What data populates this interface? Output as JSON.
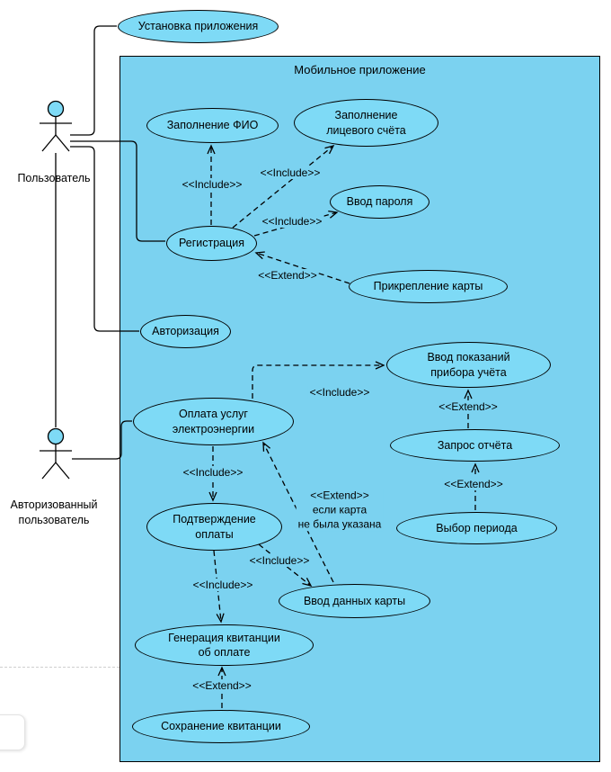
{
  "diagram": {
    "system_title": "Мобильное приложение",
    "actors": [
      {
        "label": "Пользователь"
      },
      {
        "label": "Авторизованный пользователь"
      }
    ],
    "use_cases": [
      {
        "label": "Установка приложения"
      },
      {
        "label": "Заполнение ФИО"
      },
      {
        "label": "Заполнение\nлицевого счёта"
      },
      {
        "label": "Ввод пароля"
      },
      {
        "label": "Регистрация"
      },
      {
        "label": "Прикрепление карты"
      },
      {
        "label": "Авторизация"
      },
      {
        "label": "Ввод показаний\nприбора учёта"
      },
      {
        "label": "Оплата услуг\nэлектроэнергии"
      },
      {
        "label": "Запрос отчёта"
      },
      {
        "label": "Выбор периода"
      },
      {
        "label": "Подтверждение\nоплаты"
      },
      {
        "label": "Ввод данных карты"
      },
      {
        "label": "Генерация квитанции\nоб оплате"
      },
      {
        "label": "Сохранение квитанции"
      }
    ],
    "stereotypes": {
      "include": "<<Include>>",
      "extend": "<<Extend>>",
      "extend_condition": "<<Extend>>\nесли карта\nне была указана"
    },
    "relations": [
      {
        "type": "association",
        "from": "Пользователь",
        "to": "Установка приложения"
      },
      {
        "type": "association",
        "from": "Пользователь",
        "to": "Регистрация"
      },
      {
        "type": "association",
        "from": "Пользователь",
        "to": "Авторизация"
      },
      {
        "type": "generalization",
        "from": "Пользователь",
        "to": "Авторизованный пользователь"
      },
      {
        "type": "association",
        "from": "Авторизованный пользователь",
        "to": "Оплата услуг электроэнергии"
      },
      {
        "type": "include",
        "from": "Регистрация",
        "to": "Заполнение ФИО"
      },
      {
        "type": "include",
        "from": "Регистрация",
        "to": "Заполнение лицевого счёта"
      },
      {
        "type": "include",
        "from": "Регистрация",
        "to": "Ввод пароля"
      },
      {
        "type": "extend",
        "from": "Прикрепление карты",
        "to": "Регистрация"
      },
      {
        "type": "include",
        "from": "Оплата услуг электроэнергии",
        "to": "Ввод показаний прибора учёта"
      },
      {
        "type": "extend",
        "from": "Запрос отчёта",
        "to": "Ввод показаний прибора учёта"
      },
      {
        "type": "extend",
        "from": "Выбор периода",
        "to": "Запрос отчёта"
      },
      {
        "type": "include",
        "from": "Оплата услуг электроэнергии",
        "to": "Подтверждение оплаты"
      },
      {
        "type": "extend",
        "from": "Ввод данных карты",
        "to": "Оплата услуг электроэнергии",
        "condition": "если карта не была указана"
      },
      {
        "type": "include",
        "from": "Подтверждение оплаты",
        "to": "Ввод данных карты"
      },
      {
        "type": "include",
        "from": "Подтверждение оплаты",
        "to": "Генерация квитанции об оплате"
      },
      {
        "type": "extend",
        "from": "Сохранение квитанции",
        "to": "Генерация квитанции об оплате"
      }
    ],
    "colors": {
      "node_fill": "#7edaf6",
      "boundary_fill": "#7bd2f0",
      "stroke": "#000000",
      "background": "#ffffff"
    }
  }
}
